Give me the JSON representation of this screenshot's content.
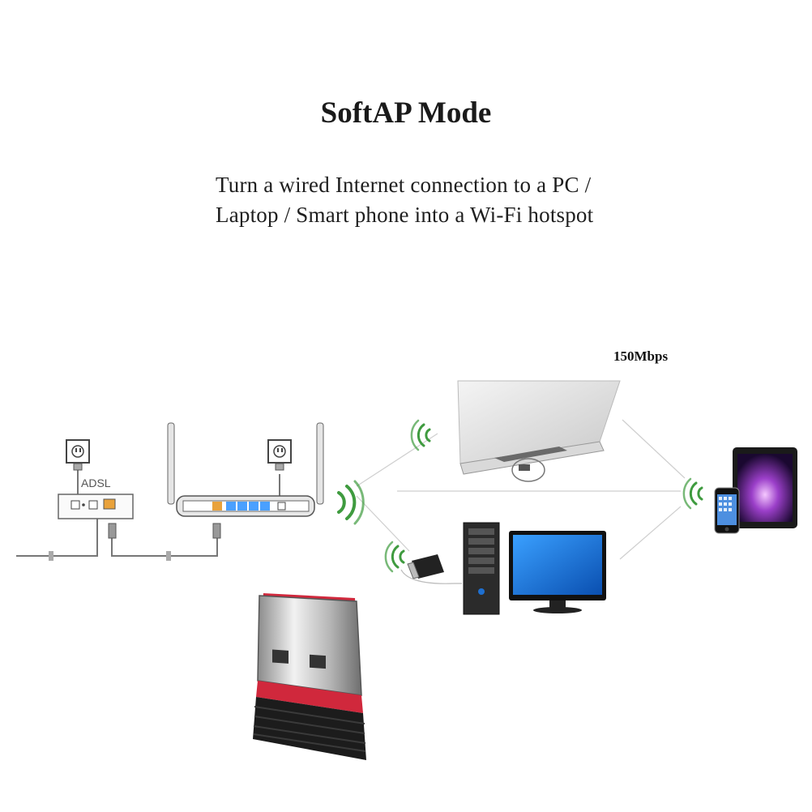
{
  "title": "SoftAP Mode",
  "subtitle": {
    "line1": "Turn a wired Internet connection to a PC /",
    "line2": "Laptop / Smart phone into a Wi-Fi hotspot"
  },
  "speed_label": "150Mbps",
  "modem_label": "ADSL",
  "colors": {
    "wifi_green": "#3f9b3f",
    "usb_red": "#d0283c",
    "monitor_blue": "#1e6fd0",
    "tablet_purple": "#8a3fb0"
  },
  "icons": [
    "power-outlet-icon",
    "wifi-signal-icon",
    "router-icon",
    "laptop-icon",
    "desktop-pc-icon",
    "monitor-icon",
    "tablet-icon",
    "smartphone-icon",
    "usb-wifi-adapter-icon"
  ]
}
